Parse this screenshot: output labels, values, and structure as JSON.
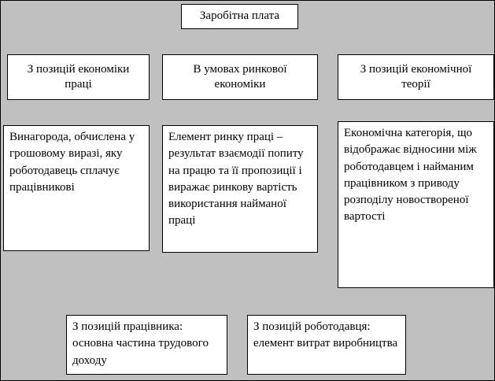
{
  "diagram": {
    "title": "Заробітна плата",
    "background_color": "#c0c0c0",
    "box_color": "#ffffff",
    "border_color": "#000000"
  },
  "boxes": {
    "title": {
      "text": "Заробітна плата"
    },
    "labor_econ": {
      "text": "З позицій економіки праці"
    },
    "market_econ": {
      "text": "В умовах ринкової економіки"
    },
    "econ_theory": {
      "text": "З позицій економічної теорії"
    },
    "reward": {
      "text": "Винагорода, обчислена у грошовому виразі, яку роботодавець сплачує працівникові"
    },
    "labor_market": {
      "text": "Елемент ринку праці – результат взаємодії попиту на працю та її пропозиції і виражає ринкову вартість використання найманої праці"
    },
    "econ_category": {
      "text": "Економічна категорія, що відображає відносини між роботодавцем і найманим працівником з приводу розподілу новоствореної вартості"
    },
    "employee_view": {
      "text": "З позицій працівника: основна частина трудового доходу"
    },
    "employer_view": {
      "text": "З позицій роботодавця: елемент витрат виробництва"
    }
  }
}
